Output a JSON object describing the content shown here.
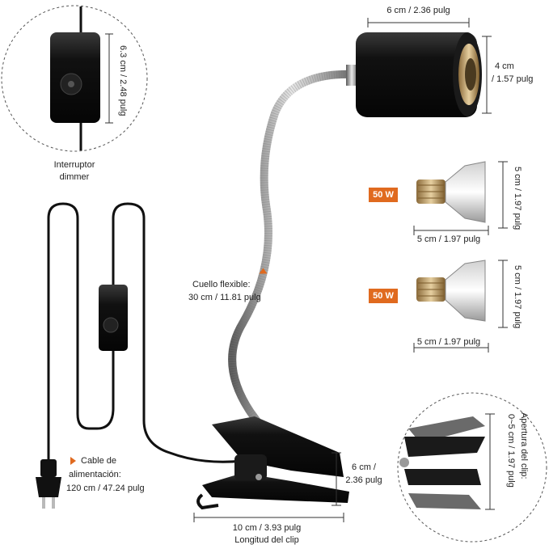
{
  "labels": {
    "socket_width": "6 cm / 2.36 pulg",
    "socket_height_cm": "4 cm",
    "socket_height_in": "/ 1.57 pulg",
    "dimmer_size": "6.3 cm / 2.48 pulg",
    "dimmer_title_1": "Interruptor",
    "dimmer_title_2": "dimmer",
    "bulb1_wattage": "50 W",
    "bulb1_height": "5 cm / 1.97 pulg",
    "bulb1_width": "5 cm / 1.97 pulg",
    "bulb2_wattage": "50 W",
    "bulb2_height": "5 cm / 1.97 pulg",
    "bulb2_width": "5 cm / 1.97 pulg",
    "neck_title": "Cuello flexible:",
    "neck_length": "30 cm / 11.81 pulg",
    "cable_title_1": "Cable de",
    "cable_title_2": "alimentación:",
    "cable_length": "120 cm / 47.24 pulg",
    "clip_depth_1": "6 cm /",
    "clip_depth_2": "2.36 pulg",
    "clip_length": "10 cm / 3.93 pulg",
    "clip_length_title": "Longitud del clip",
    "clip_opening_1": "Apertura del clip:",
    "clip_opening_2": "0~5 cm / 1.97 pulg"
  },
  "colors": {
    "accent": "#e06a1f",
    "lamp_black": "#111111",
    "metal": "#9a9a9a"
  }
}
